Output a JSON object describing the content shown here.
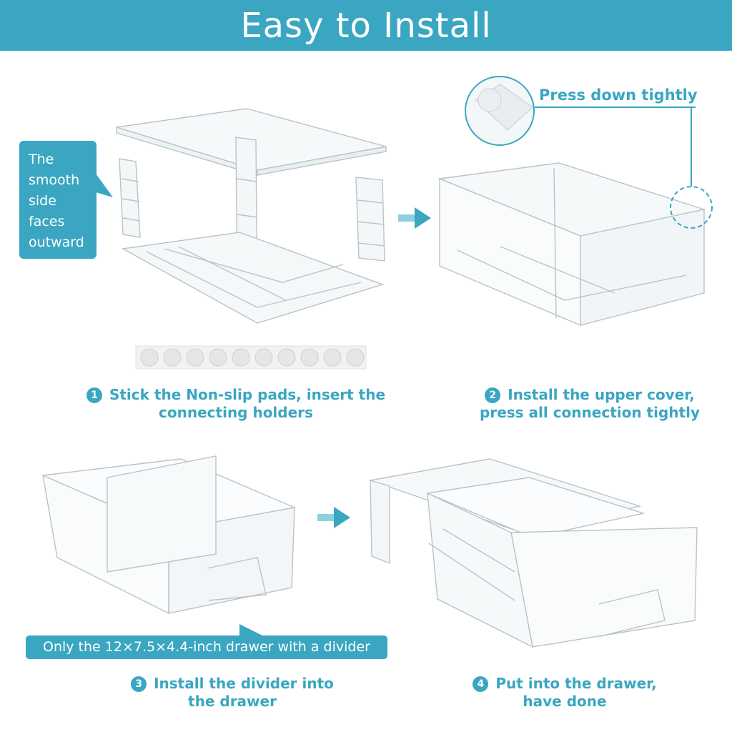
{
  "header": {
    "title": "Easy to Install"
  },
  "callout_side": {
    "lines": [
      "The",
      "smooth",
      "side",
      "faces",
      "outward"
    ]
  },
  "press_label": "Press down tightly",
  "steps": [
    {
      "number": "1",
      "line1": "Stick the Non-slip pads, insert the",
      "line2": "connecting holders"
    },
    {
      "number": "2",
      "line1": "Install the upper cover,",
      "line2": "press all connection tightly"
    },
    {
      "number": "3",
      "line1": "Install the divider into",
      "line2": "the drawer"
    },
    {
      "number": "4",
      "line1": "Put into the drawer,",
      "line2": "have done"
    }
  ],
  "note_bar": "Only the 12×7.5×4.4-inch drawer with a divider",
  "colors": {
    "accent": "#3aa6c1",
    "background": "#ffffff"
  }
}
